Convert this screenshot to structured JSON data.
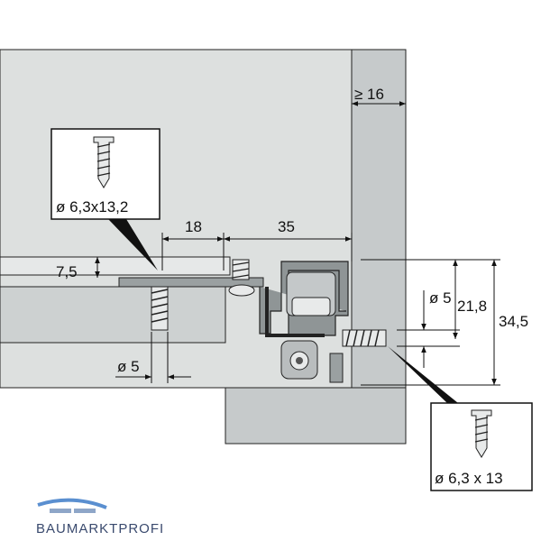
{
  "dimensions": {
    "min_wall": "≥ 16",
    "offset_18": "18",
    "offset_35": "35",
    "height_7_5": "7,5",
    "dia_5_left": "ø 5",
    "dia_5_right": "ø 5",
    "height_21_8": "21,8",
    "height_34_5": "34,5"
  },
  "callouts": {
    "screw_left": "ø 6,3x13,2",
    "screw_right": "ø 6,3 x 13"
  },
  "logo": {
    "text": "BAUMARKTPROFI"
  },
  "colors": {
    "panel": "#d9dddc",
    "panel_dark": "#b7bcbc",
    "rail": "#8f9596",
    "line": "#111111",
    "logo_blue": "#5a8fd0"
  }
}
